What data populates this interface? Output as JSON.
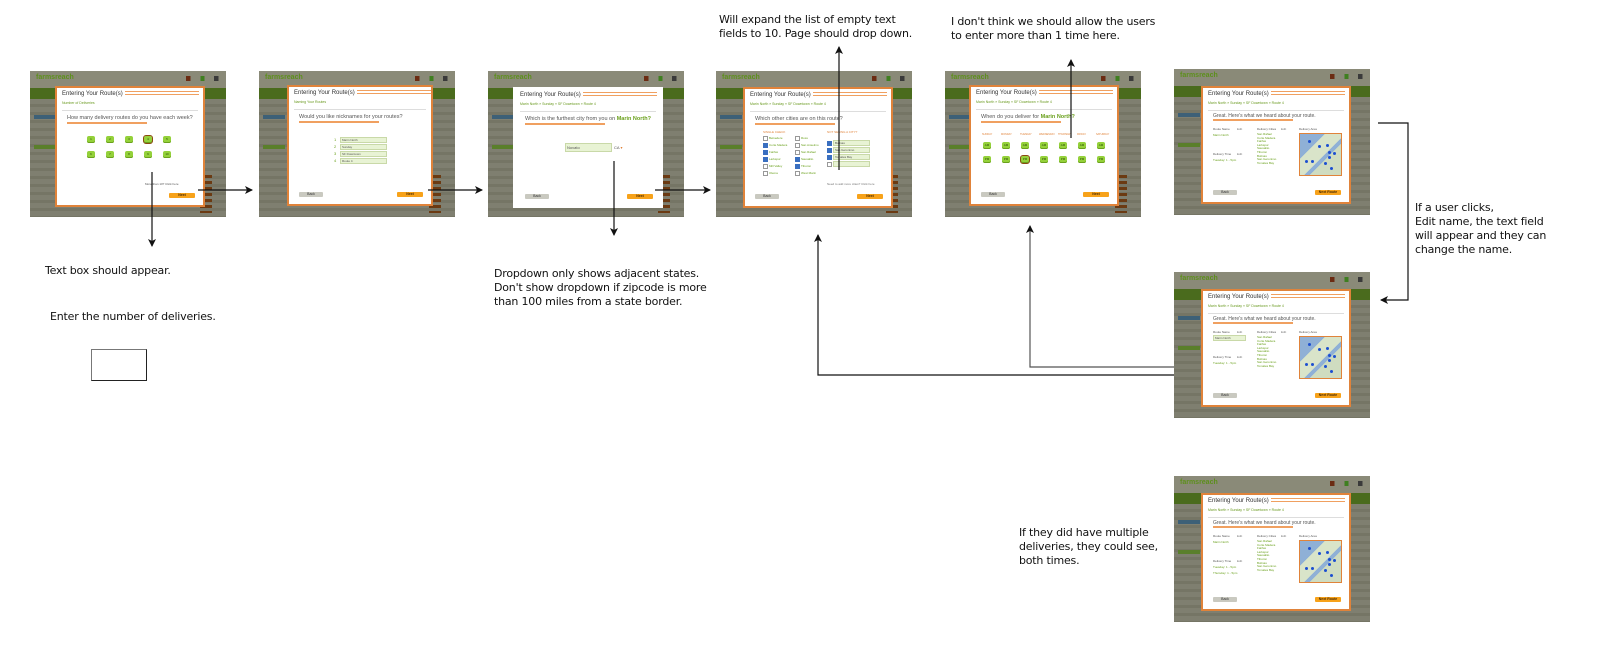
{
  "diagram": {
    "type": "wireframe-flow",
    "steps": [
      {
        "id": "step-1",
        "modal_title": "Entering Your Route(s)",
        "breadcrumb": "Number of Deliveries",
        "question": "How many delivery routes do you have each week?",
        "options": [
          "1",
          "2",
          "3",
          "4",
          "5",
          "6",
          "7",
          "8",
          "9",
          "10"
        ],
        "selected_option": "4",
        "more_link": "More than 10? Click here",
        "next_label": "Next"
      },
      {
        "id": "step-2",
        "modal_title": "Entering Your Route(s)",
        "breadcrumb": "Naming Your Routes",
        "question": "Would you like nicknames for your routes?",
        "fields": [
          {
            "num": "1",
            "value": "Marin North"
          },
          {
            "num": "2",
            "value": "Sunday"
          },
          {
            "num": "3",
            "value": "SF Downtown"
          },
          {
            "num": "4",
            "value": "Route 4"
          }
        ],
        "back_label": "Back",
        "next_label": "Next"
      },
      {
        "id": "step-3",
        "modal_title": "Entering Your Route(s)",
        "breadcrumb": "Marin North » Sunday » SF Downtown » Route 4",
        "question_prefix": "Which is the furthest city from you on ",
        "question_highlight": "Marin North?",
        "city_value": "Novato",
        "state_value": "CA",
        "back_label": "Back",
        "next_label": "Next"
      },
      {
        "id": "step-4",
        "modal_title": "Entering Your Route(s)",
        "breadcrumb": "Marin North » Sunday » SF Downtown » Route 4",
        "question": "Which other cities are on this route?",
        "columns_header": "SINGLE  CHECK",
        "other_header": "NOT SEEING A CITY?",
        "cities_left": [
          {
            "label": "Belvedere",
            "checked": false
          },
          {
            "label": "Corte Madera",
            "checked": true
          },
          {
            "label": "Fairfax",
            "checked": true
          },
          {
            "label": "Larkspur",
            "checked": true
          },
          {
            "label": "Mill Valley",
            "checked": false
          },
          {
            "label": "Olema",
            "checked": false
          }
        ],
        "cities_right": [
          {
            "label": "Ross",
            "checked": false
          },
          {
            "label": "San Anselmo",
            "checked": false
          },
          {
            "label": "San Rafael",
            "checked": false
          },
          {
            "label": "Sausalito",
            "checked": true
          },
          {
            "label": "Tiburon",
            "checked": true
          },
          {
            "label": "West Marin",
            "checked": false
          }
        ],
        "other_fields": [
          {
            "value": "Bolinas",
            "checked": true
          },
          {
            "value": "San Geronimo",
            "checked": true
          },
          {
            "value": "Tomales Bay",
            "checked": true
          },
          {
            "value": "",
            "checked": false
          }
        ],
        "more_link": "Need to add more cities? Click here",
        "back_label": "Back",
        "next_label": "Next"
      },
      {
        "id": "step-5",
        "modal_title": "Entering Your Route(s)",
        "breadcrumb": "Marin North » Sunday » SF Downtown » Route 4",
        "question_prefix": "When do you deliver for ",
        "question_highlight": "Marin North?",
        "days": [
          "SUNDAY",
          "MONDAY",
          "TUESDAY",
          "WEDNESDAY",
          "THURSDAY",
          "FRIDAY",
          "SATURDAY"
        ],
        "slots": [
          "AM",
          "PM"
        ],
        "selected": {
          "day": "TUESDAY",
          "slot": "PM"
        },
        "back_label": "Back",
        "next_label": "Next"
      },
      {
        "id": "step-6",
        "modal_title": "Entering Your Route(s)",
        "breadcrumb": "Marin North » Sunday » SF Downtown » Route 4",
        "headline": "Great. Here's what we heard about your route.",
        "route_name_label": "Route Name",
        "route_name": "Marin North",
        "delivery_time_label": "Delivery Time",
        "delivery_times": [
          "Tuesday: 1 - 5pm"
        ],
        "delivery_cities_label": "Delivery Cities",
        "delivery_cities": [
          "San Rafael",
          "Corte Madera",
          "Fairfax",
          "Larkspur",
          "Sausalito",
          "Tiburon",
          "Bolinas",
          "San Geronimo",
          "Tomales Bay"
        ],
        "delivery_area_label": "Delivery Area",
        "edit_label": "Edit",
        "back_label": "Back",
        "next_label": "Next Route"
      },
      {
        "id": "step-6-edit",
        "modal_title": "Entering Your Route(s)",
        "breadcrumb": "Marin North » Sunday » SF Downtown » Route 4",
        "headline": "Great. Here's what we heard about your route.",
        "route_name_label": "Route Name",
        "route_name": "Marin North",
        "delivery_time_label": "Delivery Time",
        "delivery_times": [
          "Tuesday: 1 - 5pm"
        ],
        "delivery_cities_label": "Delivery Cities",
        "delivery_cities": [
          "San Rafael",
          "Corte Madera",
          "Fairfax",
          "Larkspur",
          "Sausalito",
          "Tiburon",
          "Bolinas",
          "San Geronimo",
          "Tomales Bay"
        ],
        "delivery_area_label": "Delivery Area",
        "edit_label": "Edit",
        "back_label": "Back",
        "next_label": "Next Route"
      },
      {
        "id": "step-6-multi",
        "modal_title": "Entering Your Route(s)",
        "breadcrumb": "Marin North » Sunday » SF Downtown » Route 4",
        "headline": "Great. Here's what we heard about your route.",
        "route_name_label": "Route Name",
        "route_name": "Marin North",
        "delivery_time_label": "Delivery Time",
        "delivery_times": [
          "Tuesday: 1 - 5pm",
          "Thursday: 1 - 5pm"
        ],
        "delivery_cities_label": "Delivery Cities",
        "delivery_cities": [
          "San Rafael",
          "Corte Madera",
          "Fairfax",
          "Larkspur",
          "Sausalito",
          "Tiburon",
          "Bolinas",
          "San Geronimo",
          "Tomales Bay"
        ],
        "delivery_area_label": "Delivery Area",
        "edit_label": "Edit",
        "back_label": "Back",
        "next_label": "Next Route"
      }
    ],
    "app_logo": "farmsreach",
    "annotations": {
      "text_box": "Text box should appear.",
      "enter_number": "Enter the number of deliveries.",
      "dropdown": [
        "Dropdown only shows adjacent states.",
        "Don't show dropdown if zipcode is more",
        "than 100 miles from a state border."
      ],
      "expand_fields": [
        "Will expand the list of empty text",
        "fields to 10. Page should drop down."
      ],
      "one_time": [
        "I don't think we should allow the users",
        "to enter more than 1 time here."
      ],
      "edit_name": [
        "If a user clicks,",
        "Edit name, the text field",
        "will appear and they can",
        "change the name."
      ],
      "multiple": [
        "If they did have multiple",
        "deliveries, they could see,",
        "both times."
      ]
    }
  }
}
